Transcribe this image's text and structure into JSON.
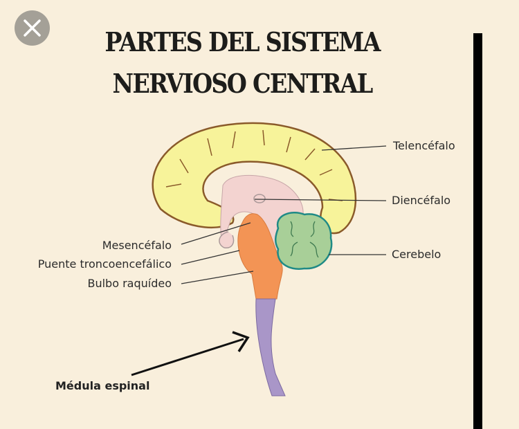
{
  "viewer": {
    "close_icon": "close-icon"
  },
  "title": {
    "line1": "PARTES DEL SISTEMA",
    "line2": "NERVIOSO CENTRAL"
  },
  "labels": {
    "telencefalo": "Telencéfalo",
    "diencefalo": "Diencéfalo",
    "cerebelo": "Cerebelo",
    "mesencefalo": "Mesencéfalo",
    "puente": "Puente troncoencefálico",
    "bulbo": "Bulbo raquídeo",
    "medula": "Médula espinal"
  },
  "colors": {
    "background": "#f9efdc",
    "telencefalo": "#f7f39a",
    "diencefalo": "#f3d3d0",
    "tronco": "#f39455",
    "cerebelo": "#a8cf98",
    "medula": "#a996c8"
  }
}
